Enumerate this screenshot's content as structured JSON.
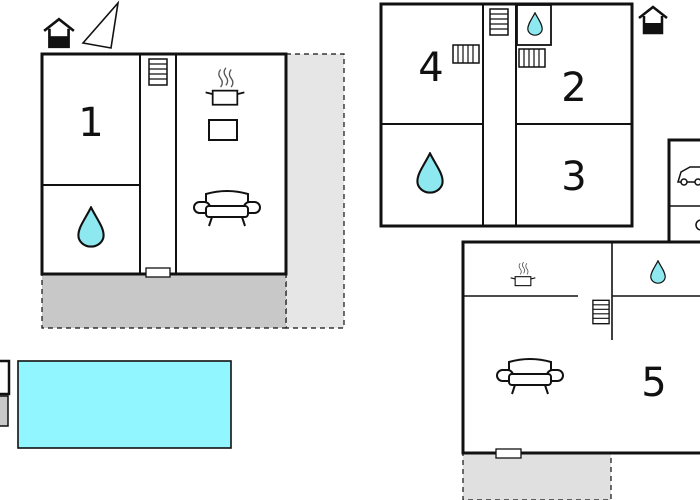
{
  "rooms": {
    "r1": "1",
    "r2": "2",
    "r3": "3",
    "r4": "4",
    "r5": "5"
  },
  "colors": {
    "wall": "#111111",
    "water": "#8ee8f0",
    "pool": "#91f6ff",
    "terrace": "#c8c8c8",
    "terrace_light": "#e6e6e6"
  },
  "icons": [
    "house-icon",
    "north-arrow-icon",
    "stairs-icon",
    "cooking-pot-icon",
    "stove-icon",
    "sofa-icon",
    "water-drop-icon",
    "car-icon",
    "door-icon"
  ]
}
